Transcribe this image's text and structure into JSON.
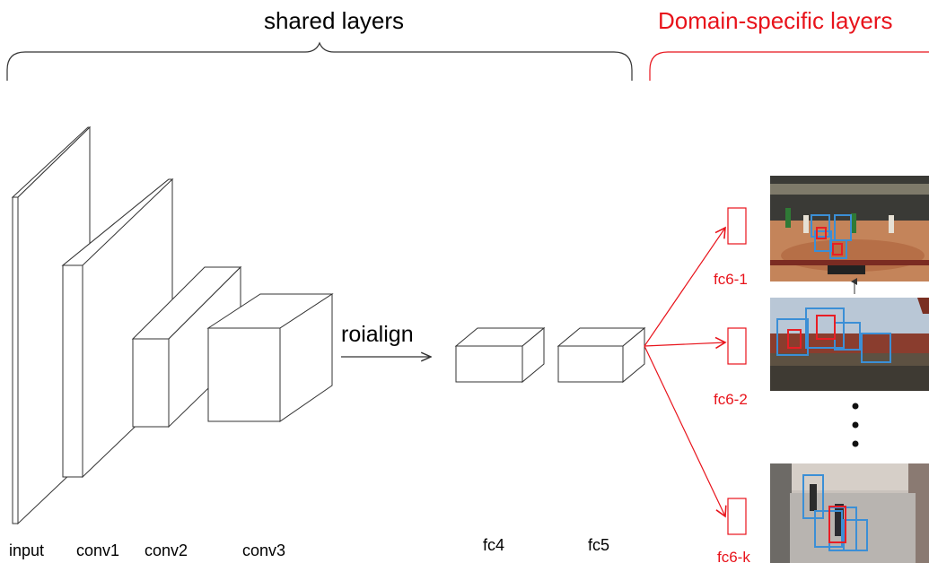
{
  "headers": {
    "shared": "shared layers",
    "domain": "Domain-specific layers"
  },
  "layer_labels": {
    "input": "input",
    "conv1": "conv1",
    "conv2": "conv2",
    "conv3": "conv3",
    "fc4": "fc4",
    "fc5": "fc5"
  },
  "roialign_label": "roialign",
  "branch_labels": {
    "b1": "fc6-1",
    "b2": "fc6-2",
    "bk": "fc6-k"
  },
  "thumbnails": [
    {
      "scene": "basketball-court",
      "tracked_boxes": "blue-and-red"
    },
    {
      "scene": "crowd-square",
      "tracked_boxes": "blue-and-red"
    },
    {
      "scene": "indoor-corridor",
      "tracked_boxes": "blue-and-red"
    }
  ],
  "colors": {
    "shared": "#000000",
    "domain": "#e8131b",
    "box_fill": "#ffffff",
    "box_stroke": "#333333",
    "track_blue": "#3b8fd6",
    "track_red": "#e81e25"
  }
}
